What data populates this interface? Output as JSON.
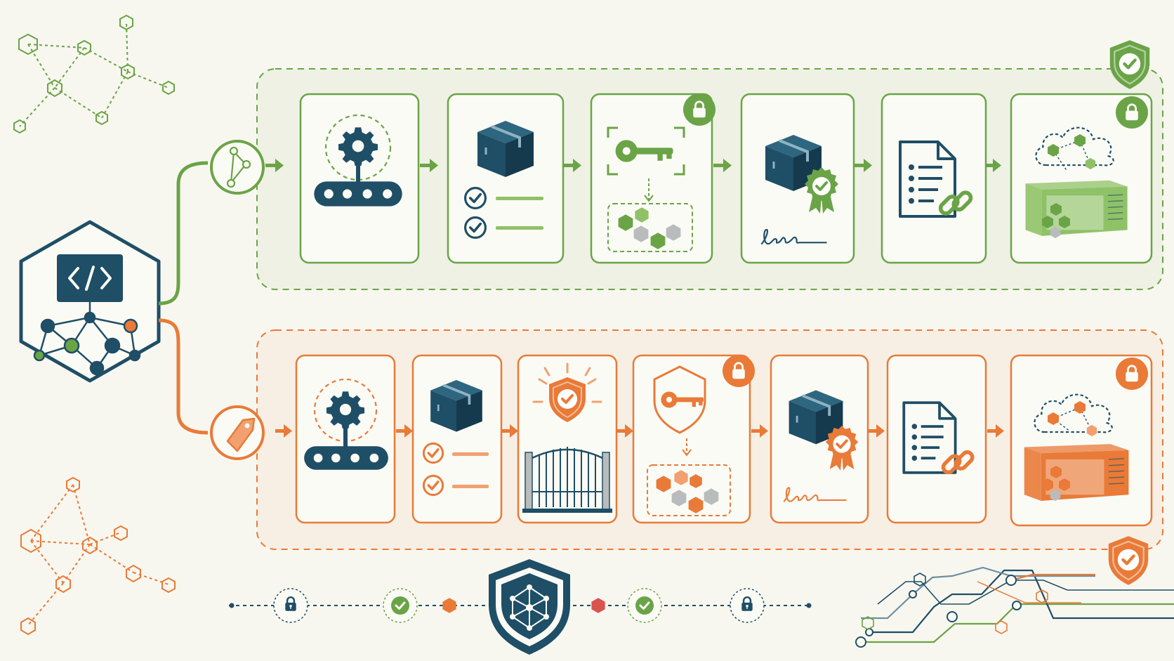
{
  "colors": {
    "background": "#f8f7ef",
    "green": "#6aa447",
    "green_light": "#8fc267",
    "orange": "#e97a38",
    "orange_light": "#f2a06f",
    "navy": "#1f4e67",
    "gray": "#b9bcbd",
    "paper": "#fbfbf5"
  },
  "source": {
    "icon": "code-brackets-icon",
    "network": "dependency-graph-icon"
  },
  "pipelines": [
    {
      "id": "green",
      "branch_icon": "git-branch-icon",
      "shield_icon": "shield-check-icon",
      "stages": [
        {
          "name": "build",
          "icon": "gear-conveyor-icon",
          "locked": false
        },
        {
          "name": "package-checklist",
          "icon": "package-checklist-icon",
          "locked": false
        },
        {
          "name": "key-sign",
          "icon": "key-graph-icon",
          "locked": true
        },
        {
          "name": "signed-package",
          "icon": "package-seal-signature-icon",
          "locked": false
        },
        {
          "name": "sbom-link",
          "icon": "document-link-icon",
          "locked": false
        },
        {
          "name": "container-registry",
          "icon": "cloud-container-icon",
          "locked": true
        }
      ]
    },
    {
      "id": "orange",
      "branch_icon": "tag-icon",
      "shield_icon": "shield-check-icon",
      "stages": [
        {
          "name": "build",
          "icon": "gear-conveyor-icon",
          "locked": false
        },
        {
          "name": "package-checklist",
          "icon": "package-checklist-icon",
          "locked": false
        },
        {
          "name": "policy-gate",
          "icon": "shield-gate-icon",
          "locked": false
        },
        {
          "name": "key-sign",
          "icon": "shield-key-graph-icon",
          "locked": true
        },
        {
          "name": "signed-package",
          "icon": "package-seal-signature-icon",
          "locked": false
        },
        {
          "name": "sbom-link",
          "icon": "document-link-icon",
          "locked": false
        },
        {
          "name": "container-registry",
          "icon": "cloud-container-icon",
          "locked": true
        }
      ]
    }
  ],
  "chain": [
    "lock-icon",
    "check-icon",
    "hexagon-icon",
    "shield-network-icon",
    "hexagon-icon",
    "check-icon",
    "lock-icon"
  ]
}
